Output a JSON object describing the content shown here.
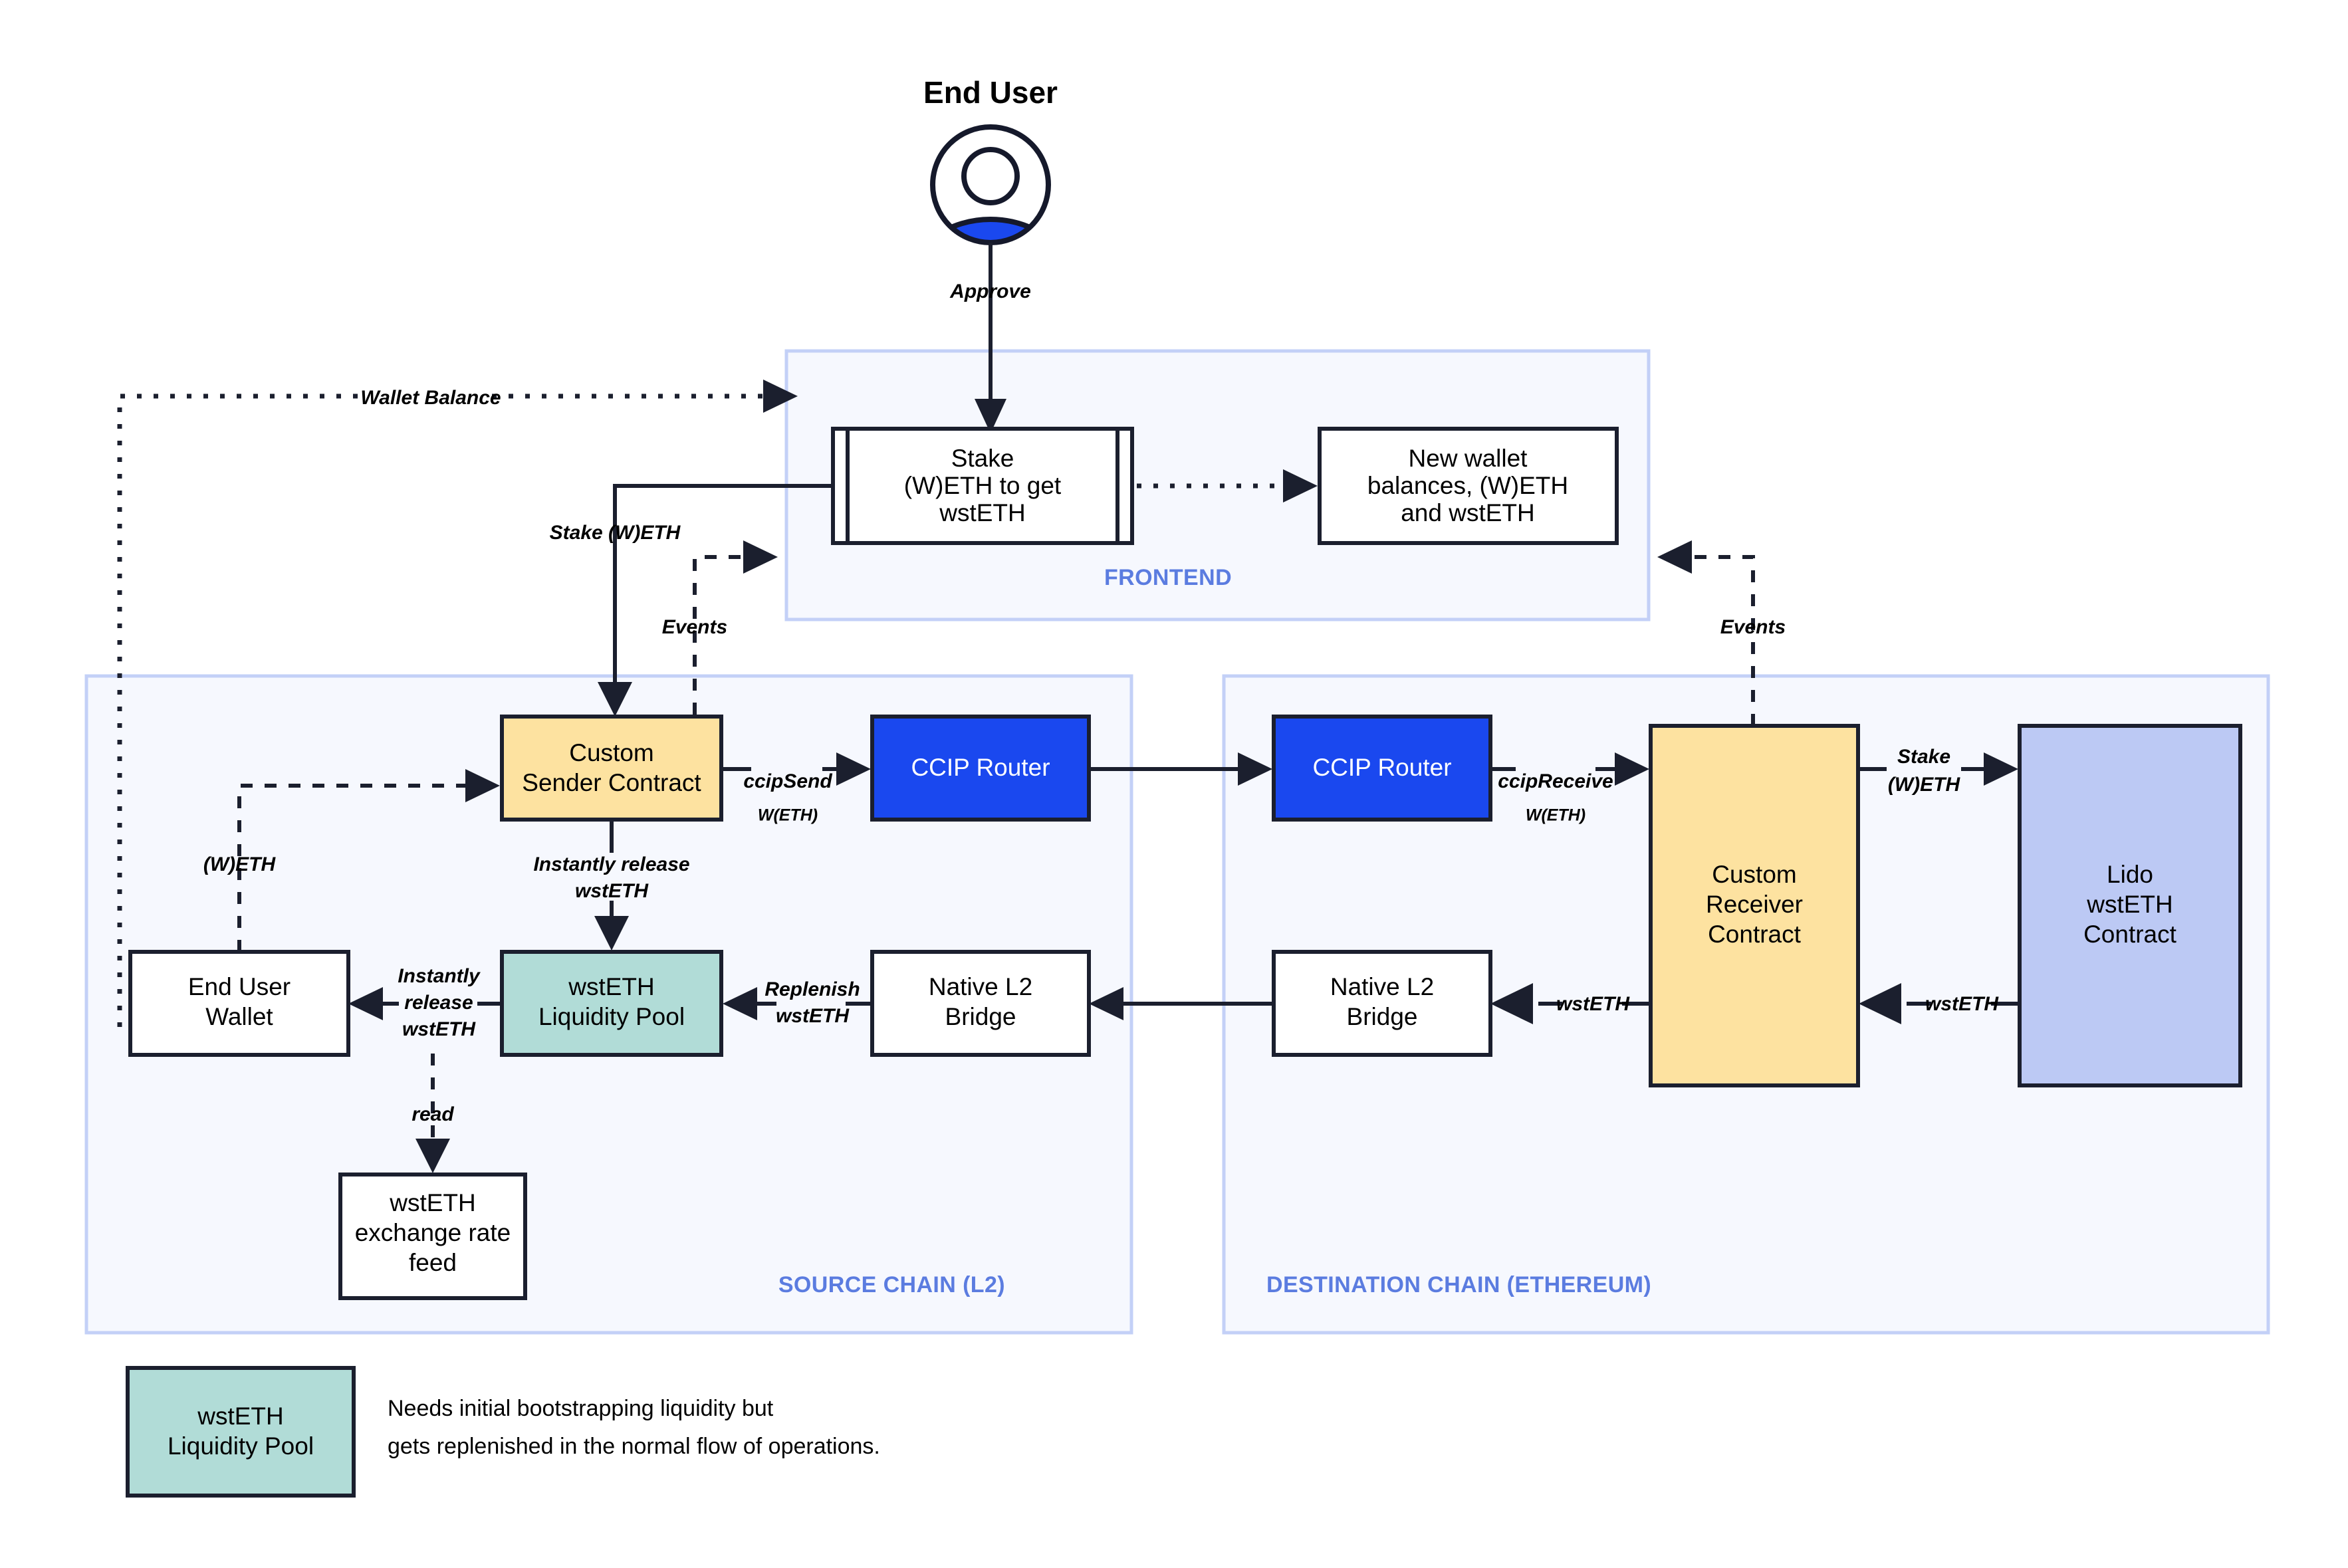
{
  "actor": {
    "title": "End User",
    "icon": "user-avatar-icon",
    "approve_label": "Approve"
  },
  "panels": {
    "frontend": {
      "label": "FRONTEND"
    },
    "source_chain": {
      "label": "SOURCE CHAIN (L2)"
    },
    "destination_chain": {
      "label": "DESTINATION CHAIN (ETHEREUM)"
    }
  },
  "nodes": {
    "stake_form": {
      "line1": "Stake",
      "line2": "(W)ETH to get",
      "line3": "wstETH"
    },
    "new_balances": {
      "line1": "New wallet",
      "line2": "balances, (W)ETH",
      "line3": "and wstETH"
    },
    "sender_contract": {
      "line1": "Custom",
      "line2": "Sender Contract"
    },
    "ccip_router_source": {
      "line1": "CCIP Router"
    },
    "ccip_router_dest": {
      "line1": "CCIP Router"
    },
    "receiver_contract": {
      "line1": "Custom",
      "line2": "Receiver",
      "line3": "Contract"
    },
    "lido_contract": {
      "line1": "Lido",
      "line2": "wstETH",
      "line3": "Contract"
    },
    "end_user_wallet": {
      "line1": "End User",
      "line2": "Wallet"
    },
    "liquidity_pool": {
      "line1": "wstETH",
      "line2": "Liquidity Pool"
    },
    "native_bridge_source": {
      "line1": "Native L2",
      "line2": "Bridge"
    },
    "native_bridge_dest": {
      "line1": "Native L2",
      "line2": "Bridge"
    },
    "rate_feed": {
      "line1": "wstETH",
      "line2": "exchange rate",
      "line3": "feed"
    }
  },
  "edges": {
    "approve": "Approve",
    "wallet_balance": "Wallet Balance",
    "stake_weth": "Stake (W)ETH",
    "events_source": "Events",
    "events_dest": "Events",
    "ccip_send": "ccipSend",
    "ccip_send_token": "W(ETH)",
    "ccip_receive": "ccipReceive",
    "ccip_receive_token": "W(ETH)",
    "stake_weth_dest_1": "Stake",
    "stake_weth_dest_2": "(W)ETH",
    "weth_to_sender": "(W)ETH",
    "instant_release_pool_1": "Instantly release",
    "instant_release_pool_2": "wstETH",
    "instant_release_wallet_1": "Instantly",
    "instant_release_wallet_2": "release",
    "instant_release_wallet_3": "wstETH",
    "replenish_1": "Replenish",
    "replenish_2": "wstETH",
    "wsteth_bridge": "wstETH",
    "wsteth_lido": "wstETH",
    "read": "read"
  },
  "legend": {
    "swatch_line1": "wstETH",
    "swatch_line2": "Liquidity Pool",
    "note_line1": "Needs initial bootstrapping liquidity but",
    "note_line2": "gets replenished in the normal flow of operations."
  },
  "colors": {
    "panel_fill": "#f6f8fe",
    "panel_stroke": "#c3d0f7",
    "panel_label": "#5b7ce0",
    "node_stroke": "#1b1f2e",
    "yellow": "#fde2a0",
    "teal": "#b1dcd7",
    "blue": "#1a48ef",
    "periwinkle": "#bcc9f4",
    "white": "#ffffff"
  }
}
